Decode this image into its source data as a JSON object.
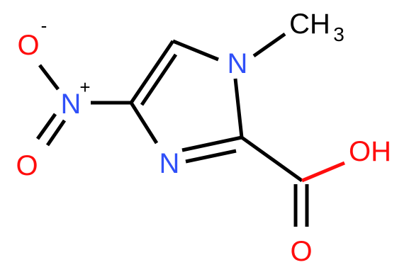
{
  "molecule": {
    "atoms": {
      "n1": {
        "symbol": "N",
        "color": "#3050f8"
      },
      "n3": {
        "symbol": "N",
        "color": "#3050f8"
      },
      "nitro_n": {
        "symbol": "N",
        "charge": "+",
        "color": "#3050f8"
      },
      "nitro_o_minus": {
        "symbol": "O",
        "charge": "-",
        "color": "#ff0d0d"
      },
      "nitro_o": {
        "symbol": "O",
        "color": "#ff0d0d"
      },
      "oh": {
        "symbol": "OH",
        "color": "#ff0d0d"
      },
      "carbonyl_o": {
        "symbol": "O",
        "color": "#ff0d0d"
      },
      "methyl": {
        "symbol": "CH",
        "subscript": "3",
        "color": "#000000"
      }
    }
  }
}
